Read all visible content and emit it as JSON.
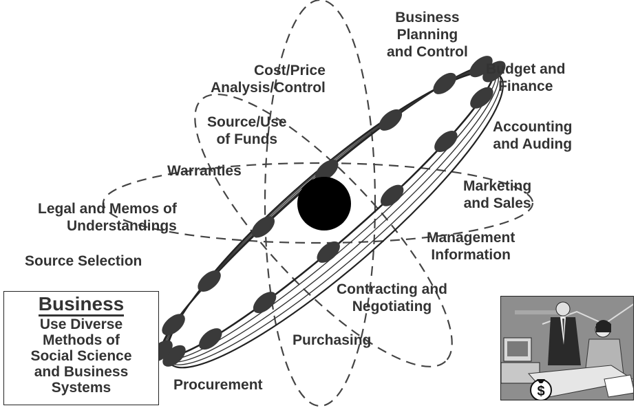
{
  "labels": {
    "business_planning": [
      "Business",
      "Planning",
      "and Control"
    ],
    "budget_finance": [
      "Budget and",
      "Finance"
    ],
    "cost_price": [
      "Cost/Price",
      "Analysis/Control"
    ],
    "accounting": [
      "Accounting",
      "and Auding"
    ],
    "source_use": [
      "Source/Use",
      "of Funds"
    ],
    "warranties": [
      "Warranties"
    ],
    "marketing": [
      "Marketing",
      "and Sales"
    ],
    "legal": [
      "Legal and Memos of",
      "Understandings"
    ],
    "management_info": [
      "Management",
      "Information"
    ],
    "source_selection": [
      "Source Selection"
    ],
    "contracting": [
      "Contracting and",
      "Negotiating"
    ],
    "purchasing": [
      "Purchasing"
    ],
    "procurement": [
      "Procurement"
    ]
  },
  "business_box": {
    "title": "Business",
    "lines": [
      "Use Diverse",
      "Methods of",
      "Social Science",
      "and Business",
      "Systems"
    ]
  },
  "clipart": {
    "money_symbol": "$"
  },
  "colors": {
    "ink": "#333333",
    "nucleus": "#000000",
    "beads": "#3a3a3a"
  }
}
